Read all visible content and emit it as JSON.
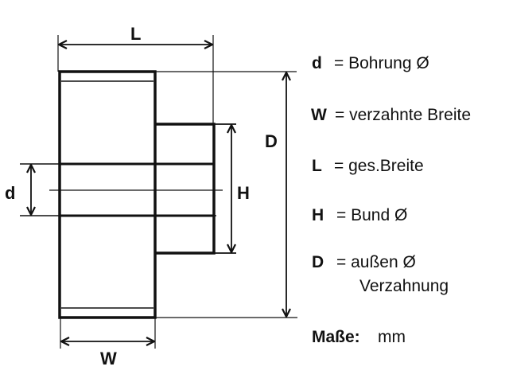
{
  "dimension_labels": {
    "L": "L",
    "D": "D",
    "H": "H",
    "d": "d",
    "W": "W"
  },
  "legend": [
    {
      "symbol": "d",
      "text": "= Bohrung Ø"
    },
    {
      "symbol": "W",
      "text": "= verzahnte Breite"
    },
    {
      "symbol": "L",
      "text": "= ges.Breite"
    },
    {
      "symbol": "H",
      "text": "= Bund Ø"
    },
    {
      "symbol": "D",
      "text": "= außen Ø",
      "continuation": "Verzahnung"
    }
  ],
  "units": {
    "label": "Maße:",
    "value": "mm"
  },
  "colors": {
    "line": "#111111",
    "background": "#ffffff"
  }
}
